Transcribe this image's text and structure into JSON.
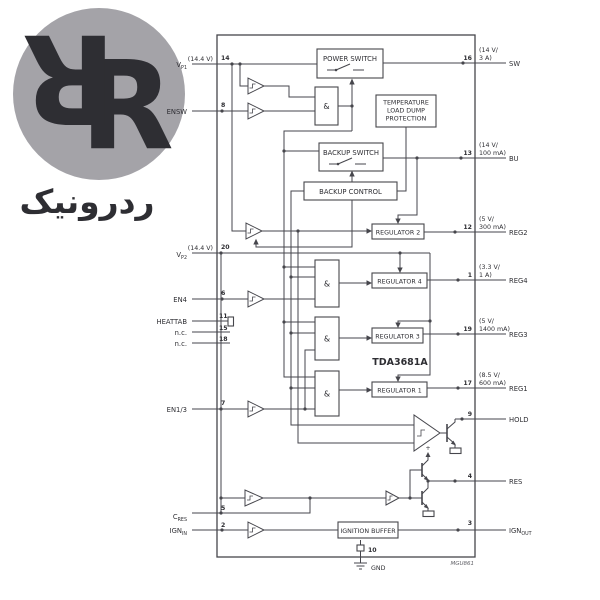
{
  "logo": {
    "brand": "ردرونیک",
    "monogram_letter": "R",
    "circle_color": "#a4a3a8",
    "letter_color": "#f8f3a6"
  },
  "diagram": {
    "part_number": "TDA3681A",
    "figure_code": "MGU861",
    "line_color": "#46464c",
    "blocks": {
      "power_switch": "POWER SWITCH",
      "temp1": "TEMPERATURE",
      "temp2": "LOAD DUMP",
      "temp3": "PROTECTION",
      "backup_switch": "BACKUP SWITCH",
      "backup_control": "BACKUP CONTROL",
      "regulator2": "REGULATOR 2",
      "regulator4": "REGULATOR 4",
      "regulator3": "REGULATOR 3",
      "regulator1": "REGULATOR 1",
      "ignition_buffer": "IGNITION BUFFER",
      "and_symbol": "&",
      "plus_symbol": "+"
    },
    "left_pins": [
      {
        "label": "V",
        "sub": "P1",
        "rating": "(14.4 V)",
        "number": "14"
      },
      {
        "label": "ENSW",
        "sub": "",
        "rating": "",
        "number": "8"
      },
      {
        "label": "V",
        "sub": "P2",
        "rating": "(14.4 V)",
        "number": "20"
      },
      {
        "label": "EN4",
        "sub": "",
        "rating": "",
        "number": "6"
      },
      {
        "label": "HEATTAB",
        "sub": "",
        "rating": "",
        "number": "11"
      },
      {
        "label": "n.c.",
        "sub": "",
        "rating": "",
        "number": "15"
      },
      {
        "label": "n.c.",
        "sub": "",
        "rating": "",
        "number": "18"
      },
      {
        "label": "EN1/3",
        "sub": "",
        "rating": "",
        "number": "7"
      },
      {
        "label": "C",
        "sub": "RES",
        "rating": "",
        "number": "5"
      },
      {
        "label": "IGN",
        "sub": "IN",
        "rating": "",
        "number": "2"
      }
    ],
    "right_pins": [
      {
        "label": "SW",
        "sub": "",
        "rating1": "(14 V/",
        "rating2": "3 A)",
        "number": "16"
      },
      {
        "label": "BU",
        "sub": "",
        "rating1": "(14 V/",
        "rating2": "100 mA)",
        "number": "13"
      },
      {
        "label": "REG2",
        "sub": "",
        "rating1": "(5 V/",
        "rating2": "300 mA)",
        "number": "12"
      },
      {
        "label": "REG4",
        "sub": "",
        "rating1": "(3.3 V/",
        "rating2": "1 A)",
        "number": "1"
      },
      {
        "label": "REG3",
        "sub": "",
        "rating1": "(5 V/",
        "rating2": "1400 mA)",
        "number": "19"
      },
      {
        "label": "REG1",
        "sub": "",
        "rating1": "(8.5 V/",
        "rating2": "600 mA)",
        "number": "17"
      },
      {
        "label": "HOLD",
        "sub": "",
        "rating1": "",
        "rating2": "",
        "number": "9"
      },
      {
        "label": "RES",
        "sub": "",
        "rating1": "",
        "rating2": "",
        "number": "4"
      },
      {
        "label": "IGN",
        "sub": "OUT",
        "rating1": "",
        "rating2": "",
        "number": "3"
      }
    ],
    "gnd_pin": {
      "number": "10",
      "label": "GND"
    }
  }
}
